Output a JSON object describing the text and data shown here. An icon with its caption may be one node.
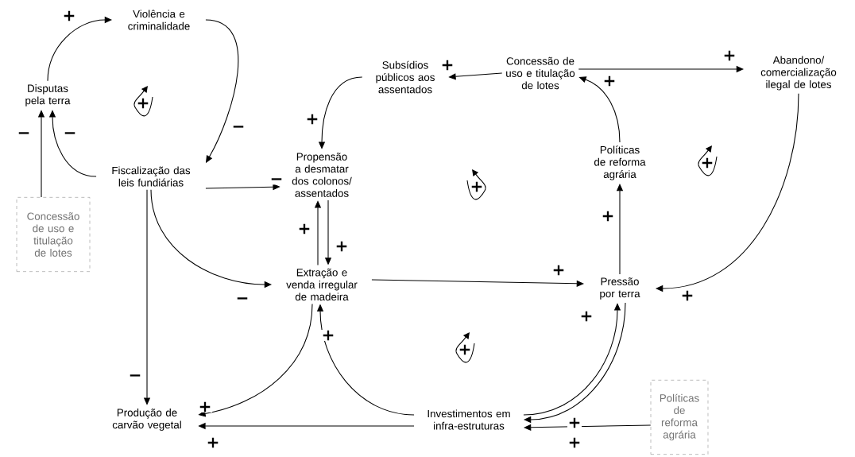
{
  "diagram": {
    "nodes": [
      {
        "text": [
          "Violência e criminalidade"
        ]
      },
      {
        "text": [
          "Disputas pela terra"
        ]
      },
      {
        "text": [
          "Fiscalização das leis fundiárias"
        ]
      },
      {
        "text": [
          "Concessão de uso e titulação de lotes"
        ]
      },
      {
        "text": [
          "Subsídios públicos aos assentados"
        ]
      },
      {
        "text": [
          "Concessão de uso e titulação de lotes"
        ]
      },
      {
        "text": [
          "Abandono/ comercialização ilegal de lotes"
        ]
      },
      {
        "text": [
          "Propensão a desmatar dos colonos/ assentados"
        ]
      },
      {
        "text": [
          "Políticas de reforma agrária"
        ]
      },
      {
        "text": [
          "Extração e venda irregular de madeira"
        ]
      },
      {
        "text": [
          "Pressão por terra"
        ]
      },
      {
        "text": [
          "Produção de carvão vegetal"
        ]
      },
      {
        "text": [
          "Investimentos em infra-estruturas"
        ]
      },
      {
        "text": [
          "Políticas de reforma agrária"
        ]
      }
    ],
    "edges": [
      {
        "from": 1,
        "to": 0,
        "arrow": "to",
        "label": "+"
      },
      {
        "from": 0,
        "to": 2,
        "arrow": "to",
        "label": "−"
      },
      {
        "from": 2,
        "to": 1,
        "arrow": "to",
        "label": "−"
      },
      {
        "from": 3,
        "to": 1,
        "arrow": "to",
        "label": "−"
      },
      {
        "from": 2,
        "to": 7,
        "arrow": "to",
        "label": "−"
      },
      {
        "from": 2,
        "to": 9,
        "arrow": "to",
        "label": "−"
      },
      {
        "from": 2,
        "to": 11,
        "arrow": "to",
        "label": "−"
      },
      {
        "from": 5,
        "to": 4,
        "arrow": "to",
        "label": "+"
      },
      {
        "from": 4,
        "to": 7,
        "arrow": "to",
        "label": "+"
      },
      {
        "from": 5,
        "to": 6,
        "arrow": "to",
        "label": "+"
      },
      {
        "from": 8,
        "to": 5,
        "arrow": "to",
        "label": "+"
      },
      {
        "from": 6,
        "to": 10,
        "arrow": "to",
        "label": "+"
      },
      {
        "from": 10,
        "to": 8,
        "arrow": "to",
        "label": "+"
      },
      {
        "from": 9,
        "to": 10,
        "arrow": "to",
        "label": "+"
      },
      {
        "from": 9,
        "to": 7,
        "arrow": "to",
        "label": "+"
      },
      {
        "from": 7,
        "to": 9,
        "arrow": "to",
        "label": "+"
      },
      {
        "from": 9,
        "to": 11,
        "arrow": "to",
        "label": "+"
      },
      {
        "from": 12,
        "to": 9,
        "arrow": "to",
        "label": "+"
      },
      {
        "from": 12,
        "to": 10,
        "arrow": "to",
        "label": "+"
      },
      {
        "from": 10,
        "to": 12,
        "arrow": "to",
        "label": "+"
      },
      {
        "from": 12,
        "to": 11,
        "arrow": "to",
        "label": "+"
      },
      {
        "from": 13,
        "to": 12,
        "arrow": "to",
        "label": "+"
      }
    ],
    "labels": [
      "+",
      "+",
      "+",
      "+"
    ]
  }
}
